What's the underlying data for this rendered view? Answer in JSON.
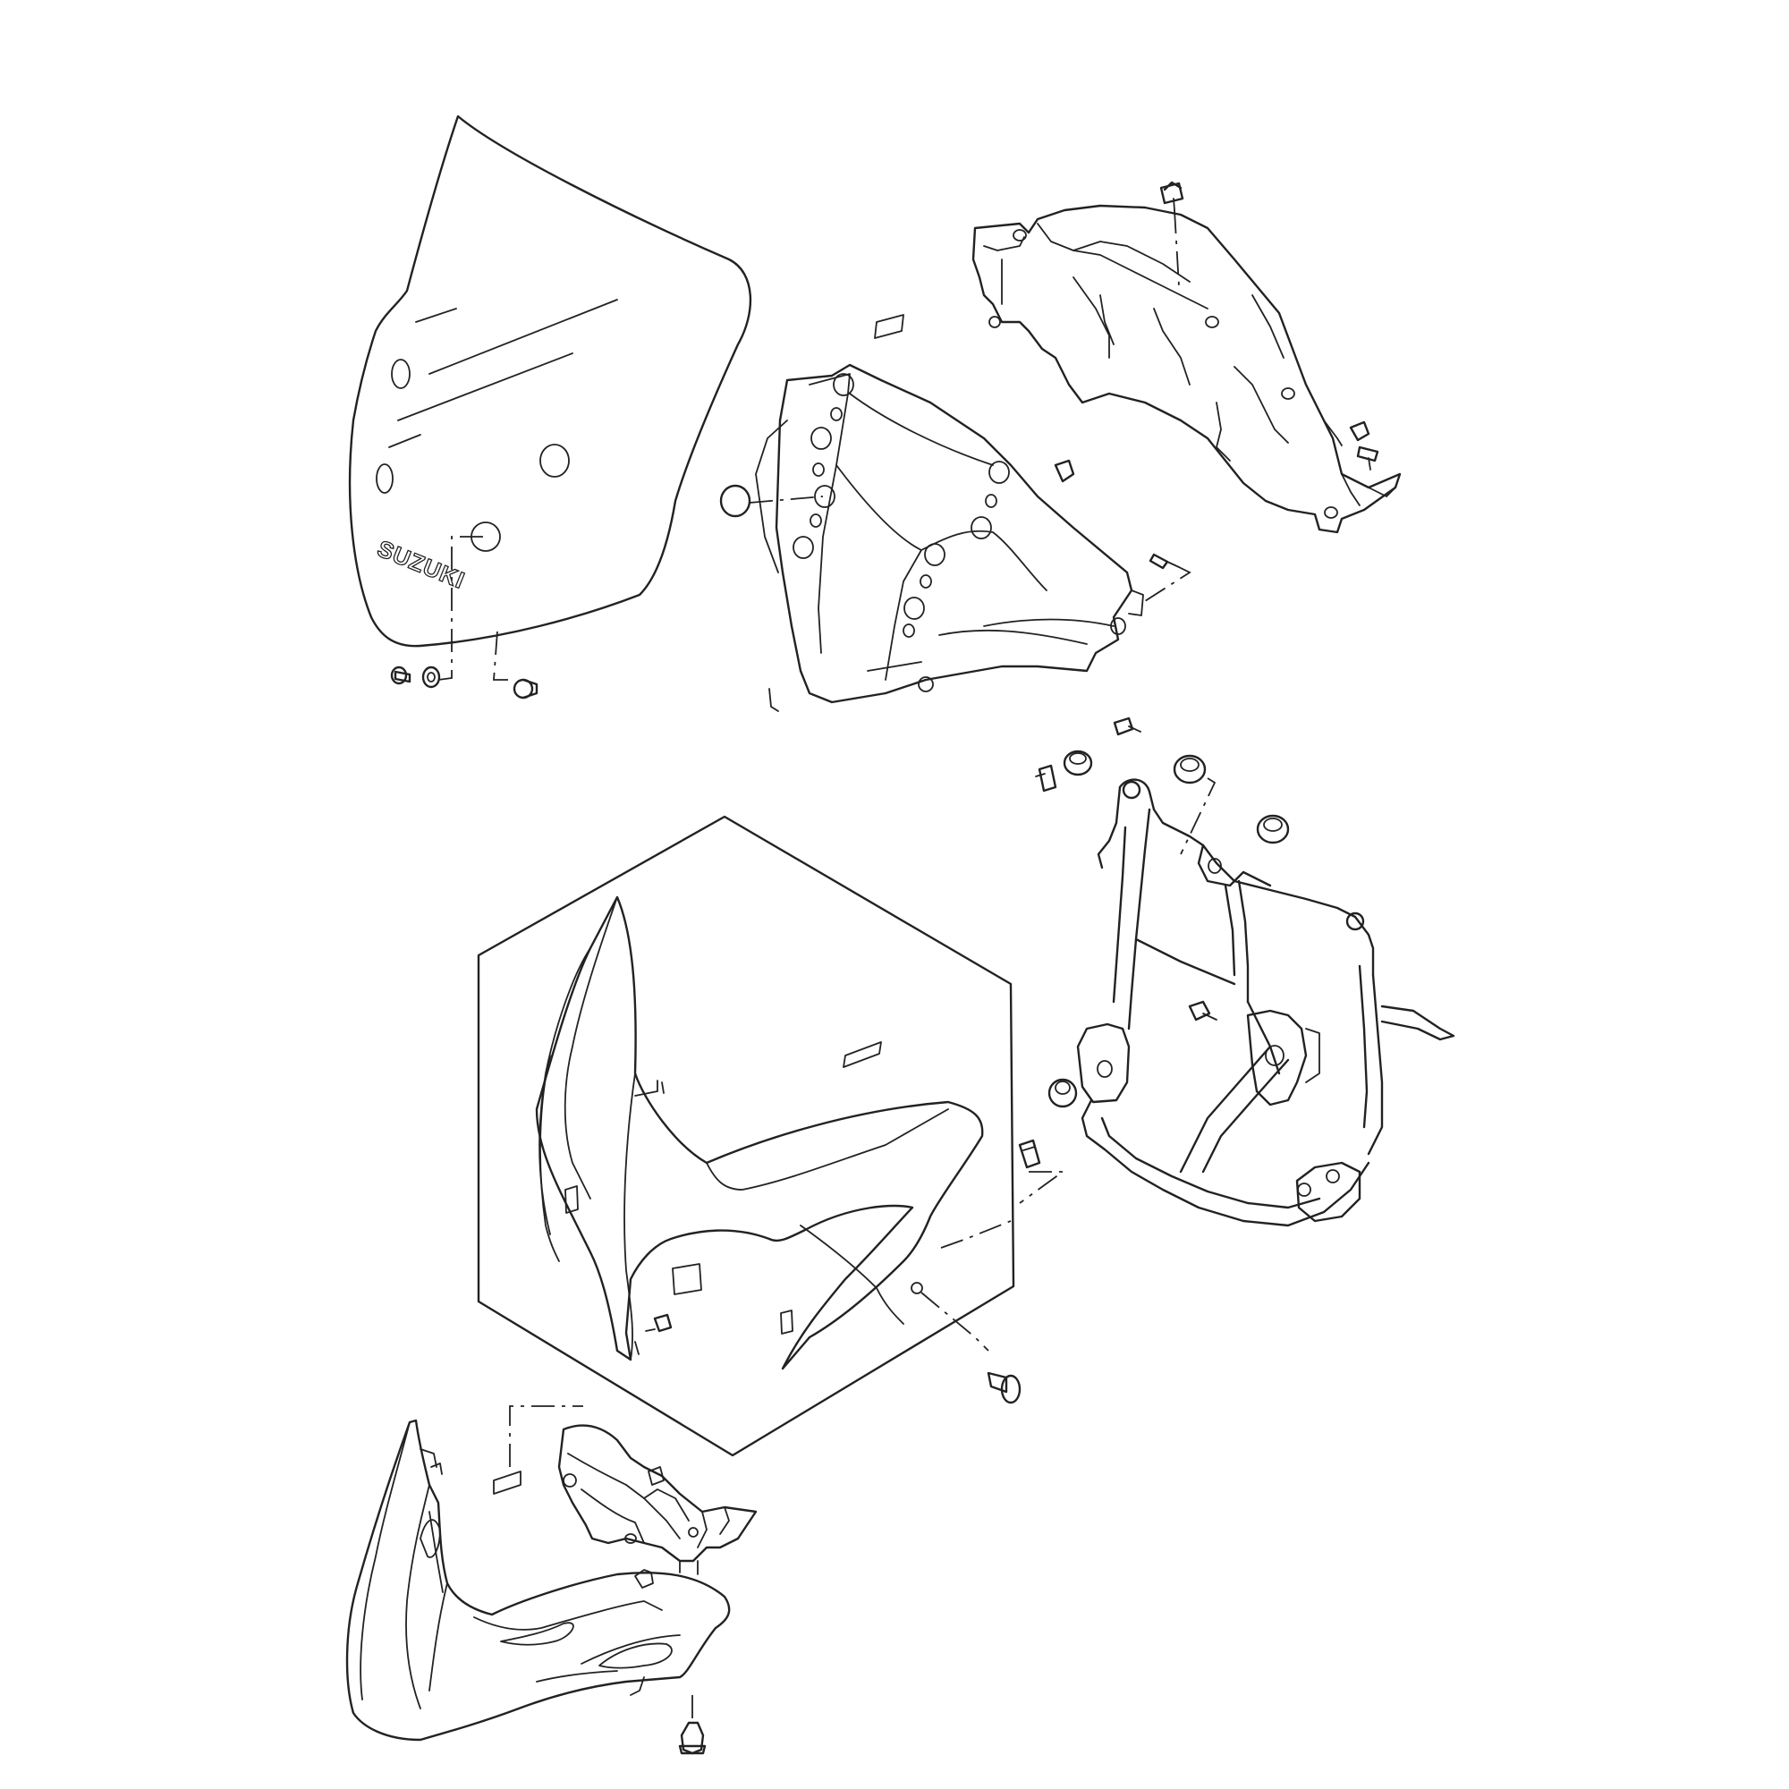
{
  "logo": {
    "text": "SUZUKI"
  },
  "colors": {
    "line": "#222222",
    "background": "#ffffff"
  },
  "parts": [
    "windscreen",
    "inner-cowl",
    "headlight-housing",
    "cowl-bracket",
    "front-cowling-assembly",
    "lower-cowl-inner",
    "lower-cowl-outer"
  ]
}
